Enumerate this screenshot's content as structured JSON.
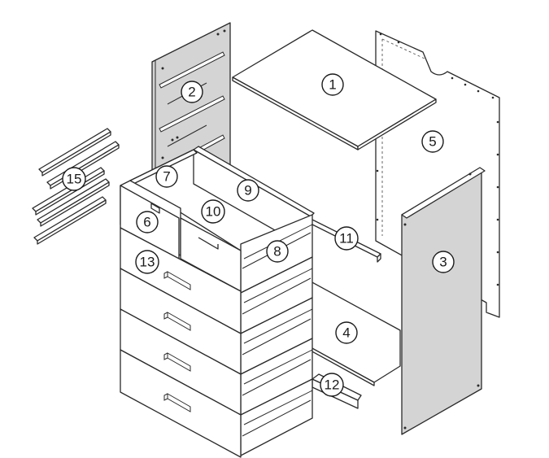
{
  "parts": [
    {
      "id": "part-1",
      "label": "1"
    },
    {
      "id": "part-2",
      "label": "2"
    },
    {
      "id": "part-3",
      "label": "3"
    },
    {
      "id": "part-4",
      "label": "4"
    },
    {
      "id": "part-5",
      "label": "5"
    },
    {
      "id": "part-6",
      "label": "6"
    },
    {
      "id": "part-7",
      "label": "7"
    },
    {
      "id": "part-8",
      "label": "8"
    },
    {
      "id": "part-9",
      "label": "9"
    },
    {
      "id": "part-10",
      "label": "10"
    },
    {
      "id": "part-11",
      "label": "11"
    },
    {
      "id": "part-12",
      "label": "12"
    },
    {
      "id": "part-13",
      "label": "13"
    },
    {
      "id": "part-15",
      "label": "15"
    }
  ]
}
